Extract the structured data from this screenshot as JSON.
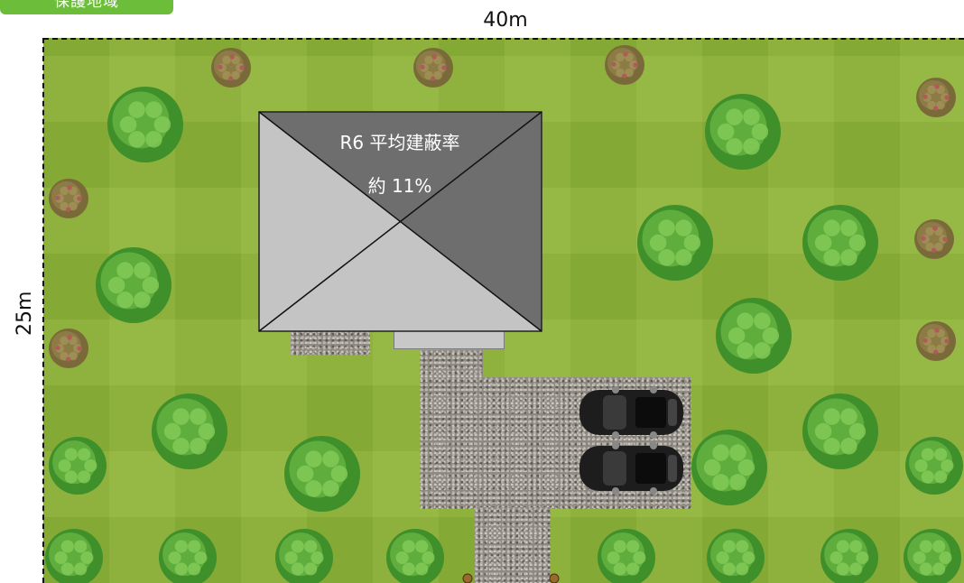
{
  "header": {
    "tag_label": "保護地域"
  },
  "dimensions": {
    "width_label": "40m",
    "depth_label": "25m"
  },
  "building": {
    "title": "R6 平均建蔽率",
    "ratio": "約 11%"
  },
  "colors": {
    "grass": "#8fb539",
    "tag": "#6cbd3a",
    "roof_dark": "#6e6e6e",
    "roof_light": "#c4c4c4"
  },
  "icons": {
    "tree": "tree-icon",
    "car": "car-icon"
  }
}
